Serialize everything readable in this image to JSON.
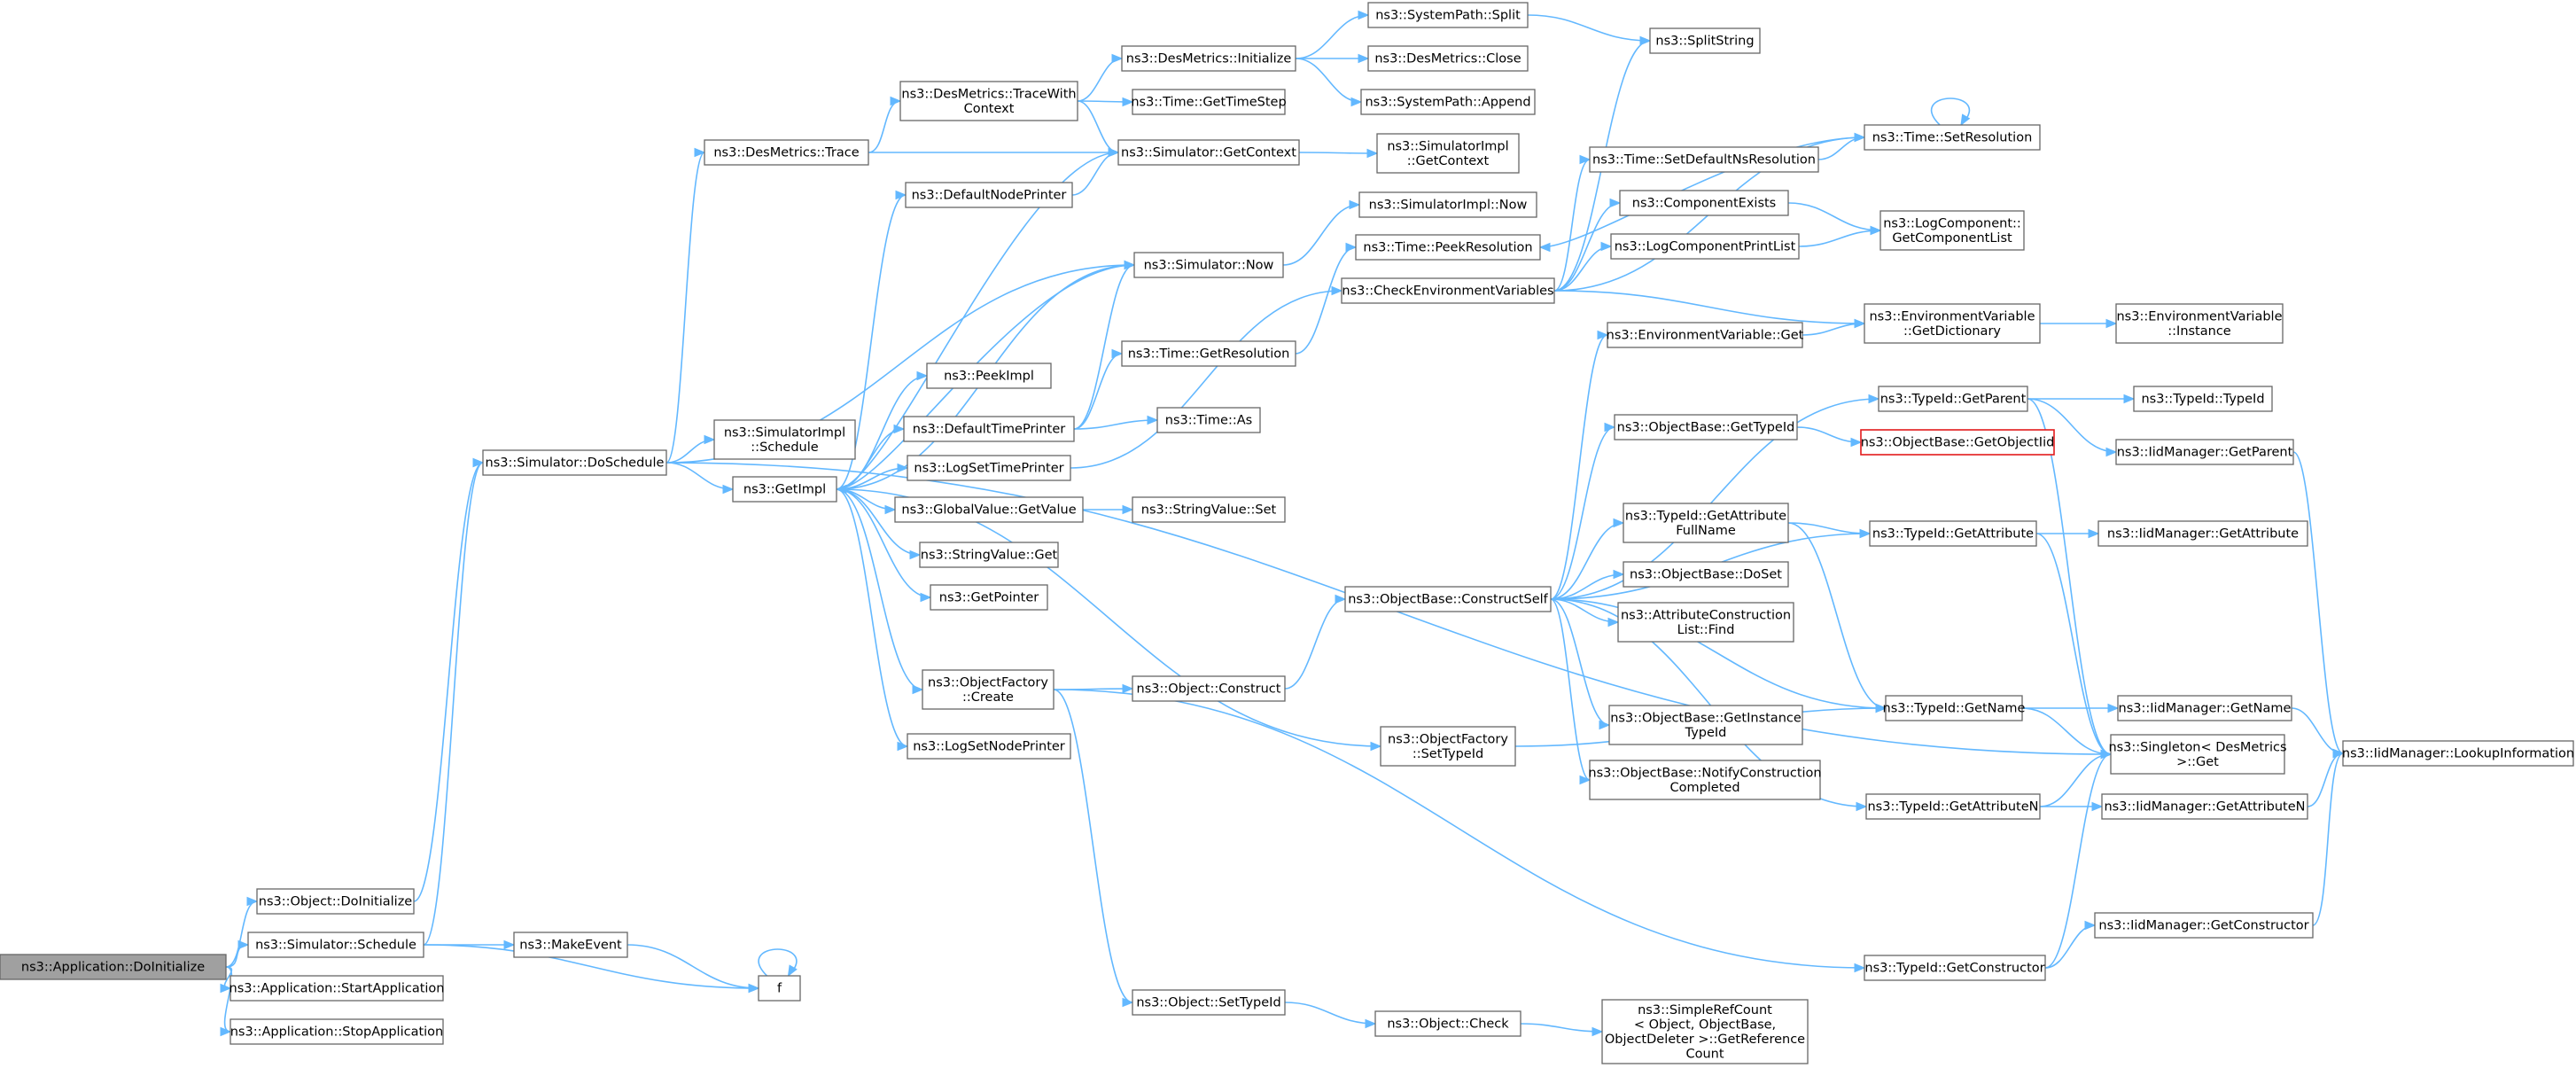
{
  "colors": {
    "edge": "#63b8ff",
    "node_border": "#666666",
    "root_fill": "#a0a0a0",
    "missing_border": "#e31a1c"
  },
  "nodes": [
    {
      "id": "app_doinit",
      "lines": [
        "ns3::Application::DoInitialize"
      ],
      "style": "root"
    },
    {
      "id": "obj_doinit",
      "lines": [
        "ns3::Object::DoInitialize"
      ]
    },
    {
      "id": "sim_schedule",
      "lines": [
        "ns3::Simulator::Schedule"
      ]
    },
    {
      "id": "app_start",
      "lines": [
        "ns3::Application::StartApplication"
      ]
    },
    {
      "id": "app_stop",
      "lines": [
        "ns3::Application::StopApplication"
      ]
    },
    {
      "id": "make_event",
      "lines": [
        "ns3::MakeEvent"
      ]
    },
    {
      "id": "f",
      "lines": [
        "f"
      ]
    },
    {
      "id": "sim_doschedule",
      "lines": [
        "ns3::Simulator::DoSchedule"
      ]
    },
    {
      "id": "desmetrics_trace",
      "lines": [
        "ns3::DesMetrics::Trace"
      ]
    },
    {
      "id": "simimpl_schedule",
      "lines": [
        "ns3::SimulatorImpl",
        "::Schedule"
      ]
    },
    {
      "id": "getimpl",
      "lines": [
        "ns3::GetImpl"
      ]
    },
    {
      "id": "desmetrics_tracectx",
      "lines": [
        "ns3::DesMetrics::TraceWith",
        "Context"
      ]
    },
    {
      "id": "defaultnodeprinter",
      "lines": [
        "ns3::DefaultNodePrinter"
      ]
    },
    {
      "id": "peekimpl",
      "lines": [
        "ns3::PeekImpl"
      ]
    },
    {
      "id": "defaulttimeprinter",
      "lines": [
        "ns3::DefaultTimePrinter"
      ]
    },
    {
      "id": "logsettimeprinter",
      "lines": [
        "ns3::LogSetTimePrinter"
      ]
    },
    {
      "id": "globalvalue_getvalue",
      "lines": [
        "ns3::GlobalValue::GetValue"
      ]
    },
    {
      "id": "stringvalue_get",
      "lines": [
        "ns3::StringValue::Get"
      ]
    },
    {
      "id": "getpointer",
      "lines": [
        "ns3::GetPointer"
      ]
    },
    {
      "id": "objfactory_create",
      "lines": [
        "ns3::ObjectFactory",
        "::Create"
      ]
    },
    {
      "id": "logsetnodeprinter",
      "lines": [
        "ns3::LogSetNodePrinter"
      ]
    },
    {
      "id": "desmetrics_initialize",
      "lines": [
        "ns3::DesMetrics::Initialize"
      ]
    },
    {
      "id": "time_gettimestep",
      "lines": [
        "ns3::Time::GetTimeStep"
      ]
    },
    {
      "id": "sim_getcontext",
      "lines": [
        "ns3::Simulator::GetContext"
      ]
    },
    {
      "id": "sim_now",
      "lines": [
        "ns3::Simulator::Now"
      ]
    },
    {
      "id": "time_getresolution",
      "lines": [
        "ns3::Time::GetResolution"
      ]
    },
    {
      "id": "time_as",
      "lines": [
        "ns3::Time::As"
      ]
    },
    {
      "id": "stringvalue_set",
      "lines": [
        "ns3::StringValue::Set"
      ]
    },
    {
      "id": "object_construct",
      "lines": [
        "ns3::Object::Construct"
      ]
    },
    {
      "id": "object_settypeid",
      "lines": [
        "ns3::Object::SetTypeId"
      ]
    },
    {
      "id": "systempath_split",
      "lines": [
        "ns3::SystemPath::Split"
      ]
    },
    {
      "id": "desmetrics_close",
      "lines": [
        "ns3::DesMetrics::Close"
      ]
    },
    {
      "id": "systempath_append",
      "lines": [
        "ns3::SystemPath::Append"
      ]
    },
    {
      "id": "simimpl_getcontext",
      "lines": [
        "ns3::SimulatorImpl",
        "::GetContext"
      ]
    },
    {
      "id": "simimpl_now",
      "lines": [
        "ns3::SimulatorImpl::Now"
      ]
    },
    {
      "id": "time_peekresolution",
      "lines": [
        "ns3::Time::PeekResolution"
      ]
    },
    {
      "id": "checkenvvars",
      "lines": [
        "ns3::CheckEnvironmentVariables"
      ]
    },
    {
      "id": "objbase_constructself",
      "lines": [
        "ns3::ObjectBase::ConstructSelf"
      ]
    },
    {
      "id": "objfactory_settypeid",
      "lines": [
        "ns3::ObjectFactory",
        "::SetTypeId"
      ]
    },
    {
      "id": "object_check",
      "lines": [
        "ns3::Object::Check"
      ]
    },
    {
      "id": "splitstring",
      "lines": [
        "ns3::SplitString"
      ]
    },
    {
      "id": "time_setdefaultnsres",
      "lines": [
        "ns3::Time::SetDefaultNsResolution"
      ]
    },
    {
      "id": "componentexists",
      "lines": [
        "ns3::ComponentExists"
      ]
    },
    {
      "id": "logcomponentprintlist",
      "lines": [
        "ns3::LogComponentPrintList"
      ]
    },
    {
      "id": "envvar_get",
      "lines": [
        "ns3::EnvironmentVariable::Get"
      ]
    },
    {
      "id": "objbase_gettypeid",
      "lines": [
        "ns3::ObjectBase::GetTypeId"
      ]
    },
    {
      "id": "typeid_getattrfullname",
      "lines": [
        "ns3::TypeId::GetAttribute",
        "FullName"
      ]
    },
    {
      "id": "objbase_doset",
      "lines": [
        "ns3::ObjectBase::DoSet"
      ]
    },
    {
      "id": "attrconstructionlist_find",
      "lines": [
        "ns3::AttributeConstruction",
        "List::Find"
      ]
    },
    {
      "id": "objbase_getinstancetypeid",
      "lines": [
        "ns3::ObjectBase::GetInstance",
        "TypeId"
      ]
    },
    {
      "id": "objbase_notifyconstruction",
      "lines": [
        "ns3::ObjectBase::NotifyConstruction",
        "Completed"
      ]
    },
    {
      "id": "simplerefcount",
      "lines": [
        "ns3::SimpleRefCount",
        "< Object, ObjectBase,",
        "ObjectDeleter >::GetReference",
        "Count"
      ]
    },
    {
      "id": "time_setresolution",
      "lines": [
        "ns3::Time::SetResolution"
      ]
    },
    {
      "id": "logcomponent_getlist",
      "lines": [
        "ns3::LogComponent::",
        "GetComponentList"
      ]
    },
    {
      "id": "envvar_getdictionary",
      "lines": [
        "ns3::EnvironmentVariable",
        "::GetDictionary"
      ]
    },
    {
      "id": "envvar_instance",
      "lines": [
        "ns3::EnvironmentVariable",
        "::Instance"
      ]
    },
    {
      "id": "typeid_getparent",
      "lines": [
        "ns3::TypeId::GetParent"
      ]
    },
    {
      "id": "objbase_getobjectiid",
      "lines": [
        "ns3::ObjectBase::GetObjectIid"
      ],
      "style": "missing"
    },
    {
      "id": "typeid_getattribute",
      "lines": [
        "ns3::TypeId::GetAttribute"
      ]
    },
    {
      "id": "typeid_getname",
      "lines": [
        "ns3::TypeId::GetName"
      ]
    },
    {
      "id": "singleton_get",
      "lines": [
        "ns3::Singleton< DesMetrics",
        ">::Get"
      ]
    },
    {
      "id": "typeid_getattributen",
      "lines": [
        "ns3::TypeId::GetAttributeN"
      ]
    },
    {
      "id": "typeid_getconstructor",
      "lines": [
        "ns3::TypeId::GetConstructor"
      ]
    },
    {
      "id": "typeid_typeid",
      "lines": [
        "ns3::TypeId::TypeId"
      ]
    },
    {
      "id": "iidmanager_getparent",
      "lines": [
        "ns3::IidManager::GetParent"
      ]
    },
    {
      "id": "iidmanager_getattribute",
      "lines": [
        "ns3::IidManager::GetAttribute"
      ]
    },
    {
      "id": "iidmanager_getname",
      "lines": [
        "ns3::IidManager::GetName"
      ]
    },
    {
      "id": "iidmanager_getattributen",
      "lines": [
        "ns3::IidManager::GetAttributeN"
      ]
    },
    {
      "id": "iidmanager_getconstructor",
      "lines": [
        "ns3::IidManager::GetConstructor"
      ]
    },
    {
      "id": "iidmanager_lookupinfo",
      "lines": [
        "ns3::IidManager::LookupInformation"
      ]
    }
  ],
  "edges": [
    [
      "app_doinit",
      "obj_doinit"
    ],
    [
      "app_doinit",
      "sim_schedule"
    ],
    [
      "app_doinit",
      "app_start"
    ],
    [
      "app_doinit",
      "app_stop"
    ],
    [
      "obj_doinit",
      "sim_doschedule"
    ],
    [
      "sim_schedule",
      "sim_doschedule"
    ],
    [
      "sim_schedule",
      "make_event"
    ],
    [
      "sim_schedule",
      "f"
    ],
    [
      "make_event",
      "f"
    ],
    [
      "f",
      "f"
    ],
    [
      "sim_doschedule",
      "desmetrics_trace"
    ],
    [
      "sim_doschedule",
      "simimpl_schedule"
    ],
    [
      "sim_doschedule",
      "getimpl"
    ],
    [
      "sim_doschedule",
      "sim_now"
    ],
    [
      "sim_doschedule",
      "singleton_get"
    ],
    [
      "desmetrics_trace",
      "desmetrics_tracectx"
    ],
    [
      "desmetrics_trace",
      "sim_getcontext"
    ],
    [
      "desmetrics_tracectx",
      "desmetrics_initialize"
    ],
    [
      "desmetrics_tracectx",
      "time_gettimestep"
    ],
    [
      "desmetrics_tracectx",
      "sim_getcontext"
    ],
    [
      "desmetrics_initialize",
      "systempath_split"
    ],
    [
      "desmetrics_initialize",
      "desmetrics_close"
    ],
    [
      "desmetrics_initialize",
      "systempath_append"
    ],
    [
      "systempath_split",
      "splitstring"
    ],
    [
      "sim_getcontext",
      "simimpl_getcontext"
    ],
    [
      "sim_getcontext",
      "getimpl"
    ],
    [
      "defaultnodeprinter",
      "sim_getcontext"
    ],
    [
      "getimpl",
      "defaultnodeprinter"
    ],
    [
      "getimpl",
      "sim_now"
    ],
    [
      "getimpl",
      "peekimpl"
    ],
    [
      "getimpl",
      "defaulttimeprinter"
    ],
    [
      "getimpl",
      "logsettimeprinter"
    ],
    [
      "getimpl",
      "globalvalue_getvalue"
    ],
    [
      "getimpl",
      "stringvalue_get"
    ],
    [
      "getimpl",
      "getpointer"
    ],
    [
      "getimpl",
      "objfactory_create"
    ],
    [
      "getimpl",
      "logsetnodeprinter"
    ],
    [
      "getimpl",
      "objfactory_settypeid"
    ],
    [
      "sim_now",
      "simimpl_now"
    ],
    [
      "sim_now",
      "getimpl"
    ],
    [
      "defaulttimeprinter",
      "sim_now"
    ],
    [
      "defaulttimeprinter",
      "time_getresolution"
    ],
    [
      "defaulttimeprinter",
      "time_as"
    ],
    [
      "time_getresolution",
      "time_peekresolution"
    ],
    [
      "logsettimeprinter",
      "checkenvvars"
    ],
    [
      "globalvalue_getvalue",
      "stringvalue_set"
    ],
    [
      "objfactory_create",
      "object_construct"
    ],
    [
      "objfactory_create",
      "object_settypeid"
    ],
    [
      "objfactory_create",
      "typeid_getconstructor"
    ],
    [
      "object_construct",
      "objbase_constructself"
    ],
    [
      "object_settypeid",
      "object_check"
    ],
    [
      "object_check",
      "simplerefcount"
    ],
    [
      "checkenvvars",
      "splitstring"
    ],
    [
      "checkenvvars",
      "time_setdefaultnsres"
    ],
    [
      "checkenvvars",
      "componentexists"
    ],
    [
      "checkenvvars",
      "logcomponentprintlist"
    ],
    [
      "checkenvvars",
      "envvar_getdictionary"
    ],
    [
      "checkenvvars",
      "time_setresolution"
    ],
    [
      "time_setdefaultnsres",
      "time_setresolution"
    ],
    [
      "time_setresolution",
      "time_setresolution"
    ],
    [
      "time_setresolution",
      "time_peekresolution"
    ],
    [
      "componentexists",
      "logcomponent_getlist"
    ],
    [
      "logcomponentprintlist",
      "logcomponent_getlist"
    ],
    [
      "envvar_get",
      "envvar_getdictionary"
    ],
    [
      "envvar_getdictionary",
      "envvar_instance"
    ],
    [
      "objbase_constructself",
      "envvar_get"
    ],
    [
      "objbase_constructself",
      "typeid_getparent"
    ],
    [
      "objbase_constructself",
      "objbase_gettypeid"
    ],
    [
      "objbase_constructself",
      "typeid_getattrfullname"
    ],
    [
      "objbase_constructself",
      "typeid_getattribute"
    ],
    [
      "objbase_constructself",
      "objbase_doset"
    ],
    [
      "objbase_constructself",
      "attrconstructionlist_find"
    ],
    [
      "objbase_constructself",
      "typeid_getname"
    ],
    [
      "objbase_constructself",
      "objbase_getinstancetypeid"
    ],
    [
      "objbase_constructself",
      "objbase_notifyconstruction"
    ],
    [
      "objbase_constructself",
      "typeid_getattributen"
    ],
    [
      "objbase_gettypeid",
      "objbase_getobjectiid"
    ],
    [
      "typeid_getattrfullname",
      "typeid_getattribute"
    ],
    [
      "typeid_getattrfullname",
      "typeid_getname"
    ],
    [
      "objfactory_settypeid",
      "typeid_getname"
    ],
    [
      "typeid_getparent",
      "typeid_typeid"
    ],
    [
      "typeid_getparent",
      "iidmanager_getparent"
    ],
    [
      "typeid_getparent",
      "singleton_get"
    ],
    [
      "typeid_getattribute",
      "iidmanager_getattribute"
    ],
    [
      "typeid_getattribute",
      "singleton_get"
    ],
    [
      "typeid_getname",
      "iidmanager_getname"
    ],
    [
      "typeid_getname",
      "singleton_get"
    ],
    [
      "typeid_getattributen",
      "singleton_get"
    ],
    [
      "typeid_getattributen",
      "iidmanager_getattributen"
    ],
    [
      "typeid_getconstructor",
      "singleton_get"
    ],
    [
      "typeid_getconstructor",
      "iidmanager_getconstructor"
    ],
    [
      "iidmanager_getparent",
      "iidmanager_lookupinfo"
    ],
    [
      "iidmanager_getname",
      "iidmanager_lookupinfo"
    ],
    [
      "iidmanager_getattributen",
      "iidmanager_lookupinfo"
    ],
    [
      "iidmanager_getconstructor",
      "iidmanager_lookupinfo"
    ]
  ]
}
